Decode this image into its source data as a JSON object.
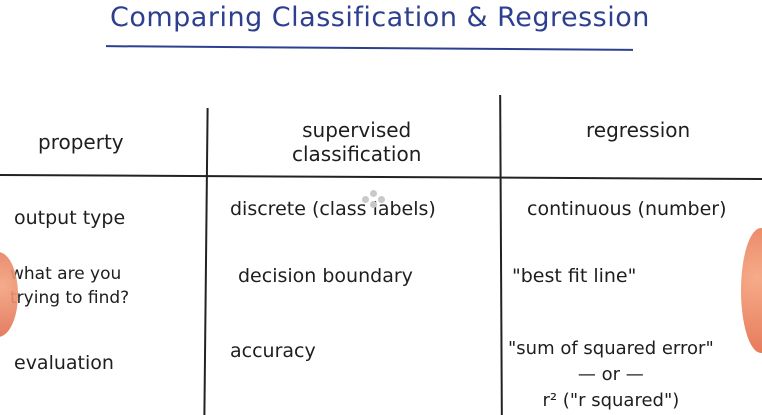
{
  "title": "Comparing Classification & Regression",
  "headers": {
    "property": "property",
    "classification_line1": "supervised",
    "classification_line2": "classification",
    "regression": "regression"
  },
  "rows": [
    {
      "property": "output type",
      "classification": "discrete (class labels)",
      "regression": "continuous (number)"
    },
    {
      "property_line1": "what are you",
      "property_line2": "trying to find?",
      "classification": "decision boundary",
      "regression": "\"best fit line\""
    },
    {
      "property": "evaluation",
      "classification": "accuracy",
      "regression_line1": "\"sum of squared error\"",
      "regression_line2": "— or —",
      "regression_line3": "r² (\"r squared\")"
    }
  ]
}
